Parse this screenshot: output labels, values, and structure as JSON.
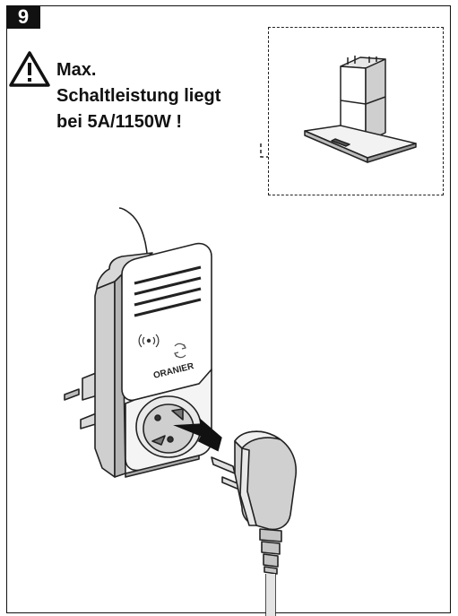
{
  "step": {
    "number": "9"
  },
  "warning": {
    "icon": "warning-triangle-icon",
    "lines": [
      "Max.",
      "Schaltleistung liegt",
      "bei 5A/1150W !"
    ]
  },
  "device": {
    "brand_label": "ORANIER"
  },
  "illustration": {
    "hood_icon": "range-hood-icon",
    "plug_icon": "schuko-plug-icon",
    "arrow_icon": "insert-arrow-icon",
    "wifi_icon": "wireless-signal-icon",
    "sync_icon": "sync-icon"
  }
}
